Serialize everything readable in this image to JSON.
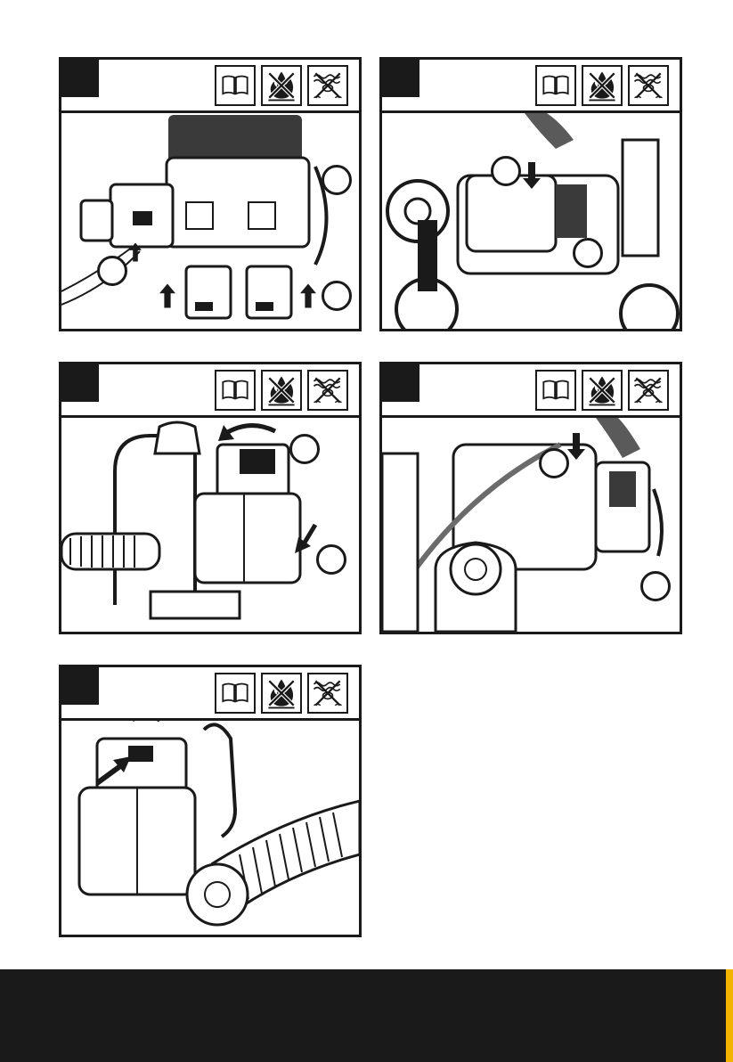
{
  "panels": [
    {
      "id": "p1",
      "icons": [
        "manual-book-icon",
        "no-fire-icon",
        "no-water-icon"
      ],
      "callouts": 3
    },
    {
      "id": "p2",
      "icons": [
        "manual-book-icon",
        "no-fire-icon",
        "no-water-icon"
      ],
      "callouts": 2
    },
    {
      "id": "p3",
      "icons": [
        "manual-book-icon",
        "no-fire-icon",
        "no-water-icon"
      ],
      "callouts": 2
    },
    {
      "id": "p4",
      "icons": [
        "manual-book-icon",
        "no-fire-icon",
        "no-water-icon"
      ],
      "callouts": 2
    },
    {
      "id": "p5",
      "icons": [
        "manual-book-icon",
        "no-fire-icon",
        "no-water-icon"
      ],
      "callouts": 0
    }
  ],
  "colors": {
    "ink": "#1a1a1a",
    "footer": "#1a1a1a",
    "accent": "#f2b400"
  }
}
